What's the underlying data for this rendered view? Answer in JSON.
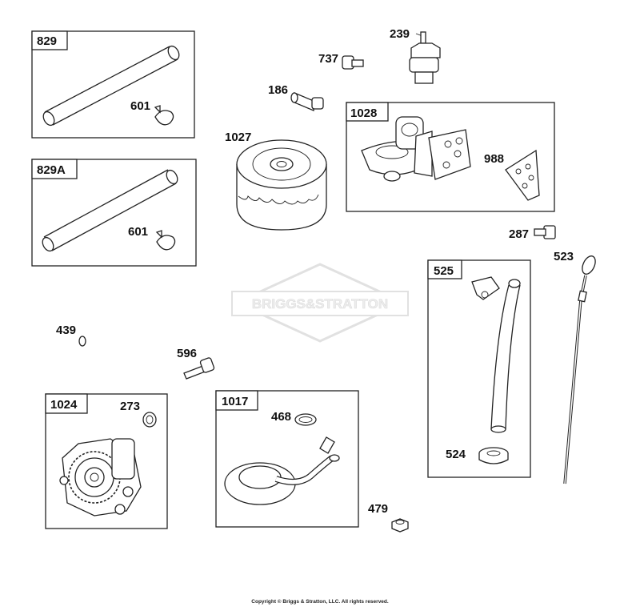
{
  "groups": {
    "g829": "829",
    "g829a": "829A",
    "g1028": "1028",
    "g525": "525",
    "g1024": "1024",
    "g1017": "1017"
  },
  "parts": {
    "p601a": "601",
    "p601b": "601",
    "p239": "239",
    "p737": "737",
    "p186": "186",
    "p1027": "1027",
    "p988": "988",
    "p287": "287",
    "p523": "523",
    "p439": "439",
    "p596": "596",
    "p273": "273",
    "p468": "468",
    "p524": "524",
    "p479": "479"
  },
  "watermark": "BRIGGS&STRATTON",
  "copyright": "Copyright © Briggs & Stratton, LLC. All rights reserved."
}
